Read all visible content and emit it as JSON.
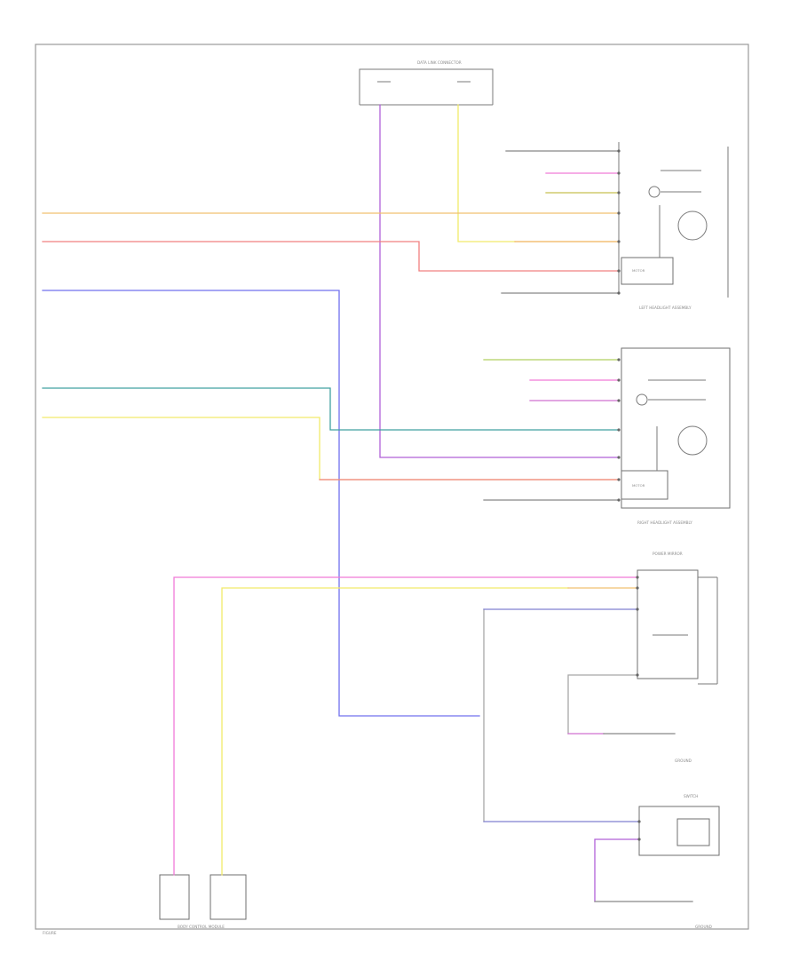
{
  "colors": {
    "violet": "#b060d8",
    "yellow": "#f2ea6a",
    "orange": "#f0b45a",
    "red": "#f08080",
    "blue": "#7070ee",
    "teal": "#40a0a0",
    "pink": "#f07ad8",
    "gray": "#a8a8a8",
    "green": "#b0d060",
    "black": "#555555"
  },
  "labels": {
    "left_module": "LEFT HEADLIGHT ASSEMBLY",
    "right_module": "RIGHT HEADLIGHT ASSEMBLY",
    "top_connector": "DATA LINK CONNECTOR",
    "bottom_module": "BODY CONTROL MODULE",
    "ground": "GROUND",
    "power_mirror": "POWER MIRROR",
    "motor": "MOTOR",
    "switch": "SWITCH",
    "footer": "FIGURE"
  }
}
